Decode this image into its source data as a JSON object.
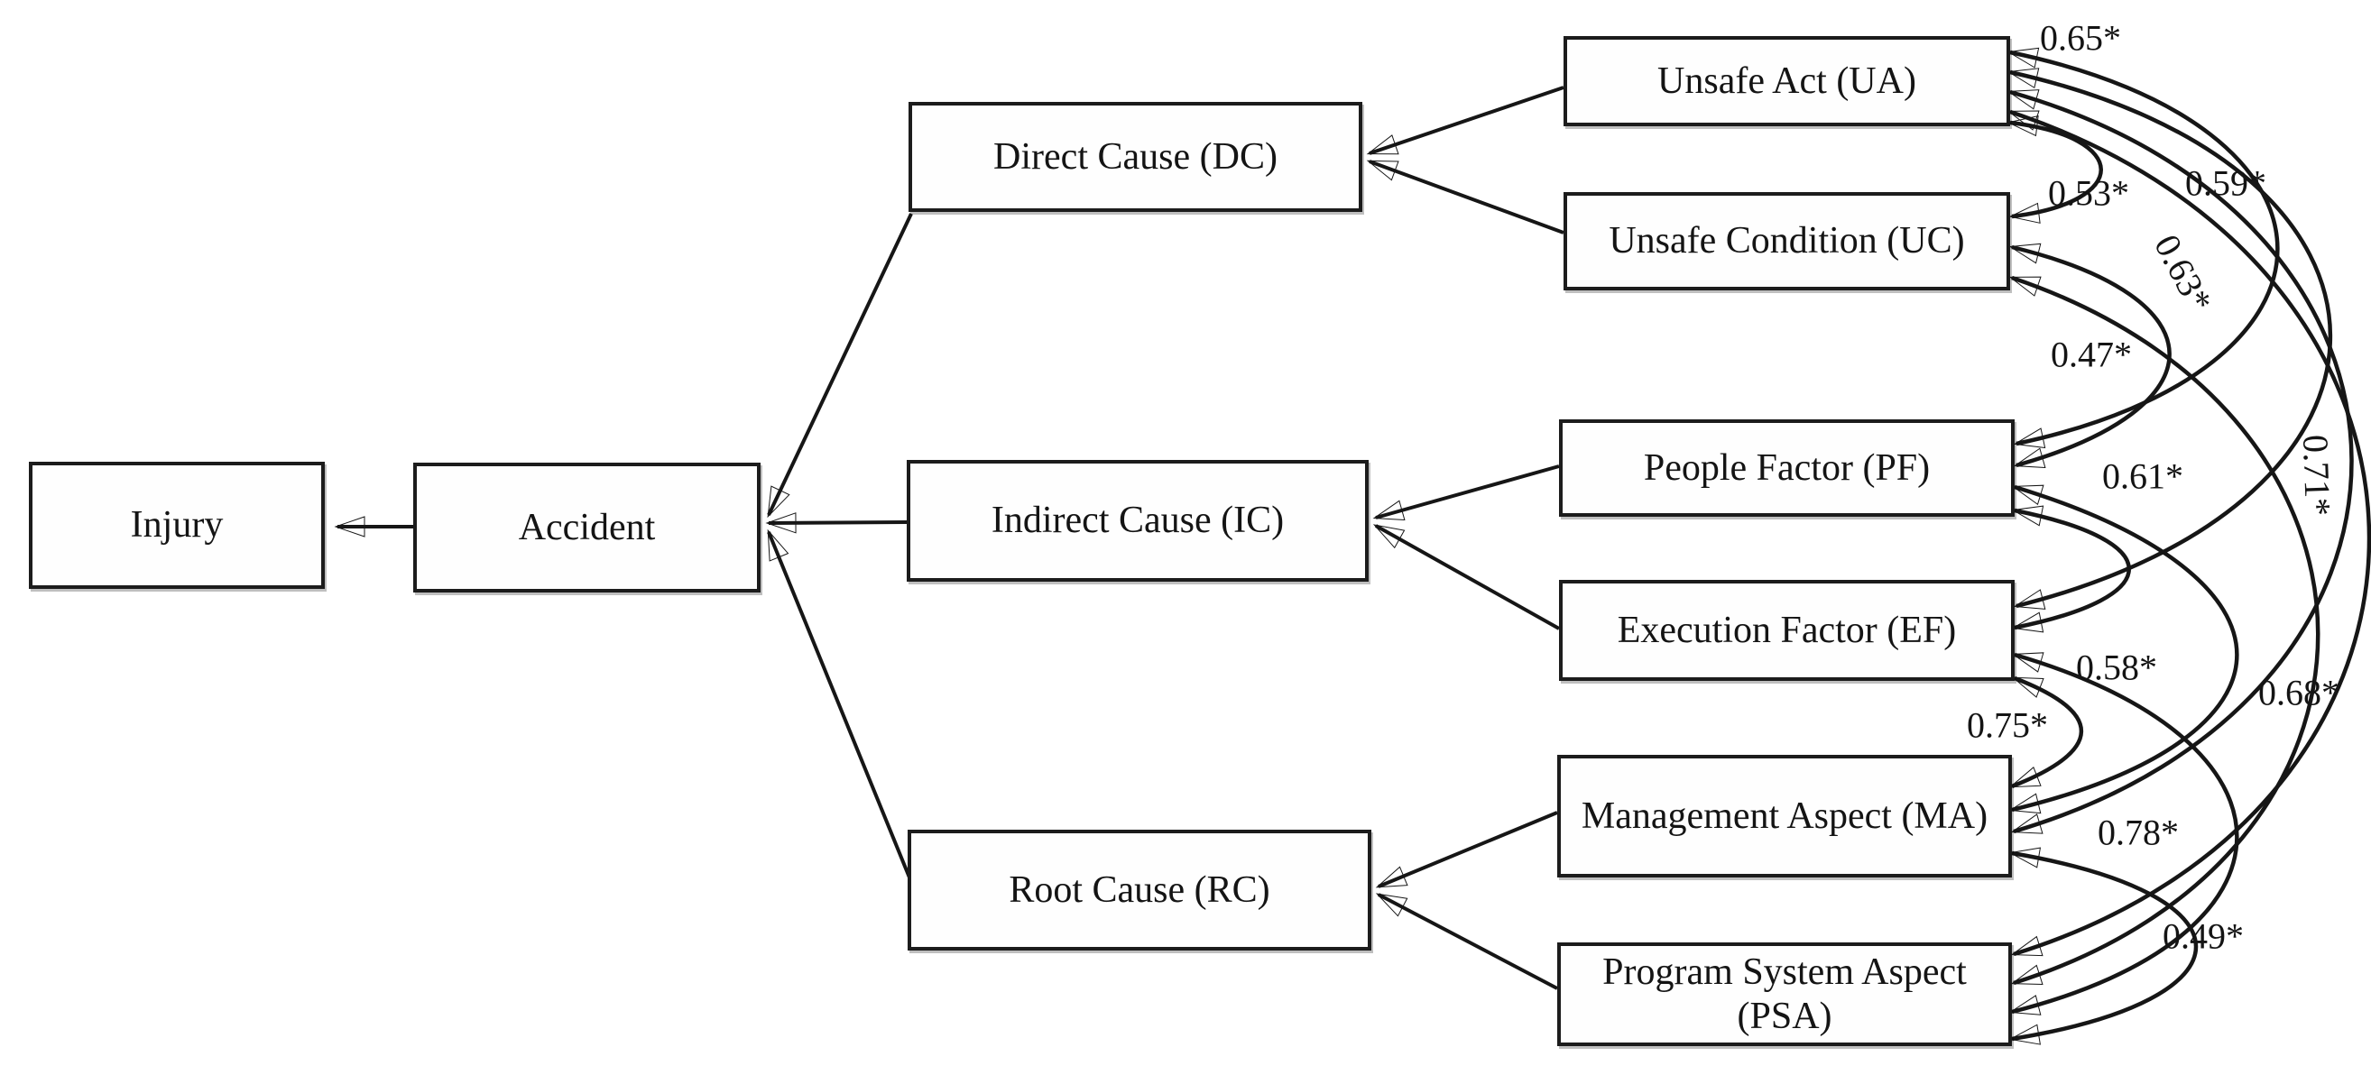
{
  "figure": {
    "type": "path-diagram",
    "background_color": "#ffffff",
    "line_color": "#161616"
  },
  "nodes": {
    "injury": {
      "id": "injury",
      "label": "Injury"
    },
    "accident": {
      "id": "accident",
      "label": "Accident"
    },
    "dc": {
      "id": "dc",
      "label": "Direct Cause (DC)"
    },
    "ic": {
      "id": "ic",
      "label": "Indirect Cause (IC)"
    },
    "rc": {
      "id": "rc",
      "label": "Root Cause (RC)"
    },
    "ua": {
      "id": "ua",
      "label": "Unsafe Act (UA)"
    },
    "uc": {
      "id": "uc",
      "label": "Unsafe Condition (UC)"
    },
    "pf": {
      "id": "pf",
      "label": "People Factor (PF)"
    },
    "ef": {
      "id": "ef",
      "label": "Execution Factor (EF)"
    },
    "ma": {
      "id": "ma",
      "label": "Management Aspect (MA)"
    },
    "psa": {
      "id": "psa",
      "label": "Program System Aspect (PSA)"
    }
  },
  "edges": [
    {
      "from": "accident",
      "to": "injury"
    },
    {
      "from": "dc",
      "to": "accident"
    },
    {
      "from": "ic",
      "to": "accident"
    },
    {
      "from": "rc",
      "to": "accident"
    },
    {
      "from": "ua",
      "to": "dc"
    },
    {
      "from": "uc",
      "to": "dc"
    },
    {
      "from": "pf",
      "to": "ic"
    },
    {
      "from": "ef",
      "to": "ic"
    },
    {
      "from": "ma",
      "to": "rc"
    },
    {
      "from": "psa",
      "to": "rc"
    }
  ],
  "correlations": [
    {
      "pair": "UA-UC",
      "value": 0.53,
      "display": "0.53*"
    },
    {
      "pair": "UA-PF",
      "value": 0.65,
      "display": "0.65*"
    },
    {
      "pair": "UA-EF",
      "value": 0.59,
      "display": "0.59*"
    },
    {
      "pair": "UA-MA",
      "value": 0.63,
      "display": "0.63*"
    },
    {
      "pair": "UA-PSA",
      "value": 0.71,
      "display": "0.71*"
    },
    {
      "pair": "UC-PF",
      "value": 0.47,
      "display": "0.47*"
    },
    {
      "pair": "UC-PSA",
      "value": 0.68,
      "display": "0.68*"
    },
    {
      "pair": "PF-EF",
      "value": 0.61,
      "display": "0.61*"
    },
    {
      "pair": "PF-MA",
      "value": 0.58,
      "display": "0.58*"
    },
    {
      "pair": "EF-MA",
      "value": 0.75,
      "display": "0.75*"
    },
    {
      "pair": "EF-PSA",
      "value": 0.78,
      "display": "0.78*"
    },
    {
      "pair": "MA-PSA",
      "value": 0.49,
      "display": "0.49*"
    }
  ],
  "footnote_symbol": "*"
}
